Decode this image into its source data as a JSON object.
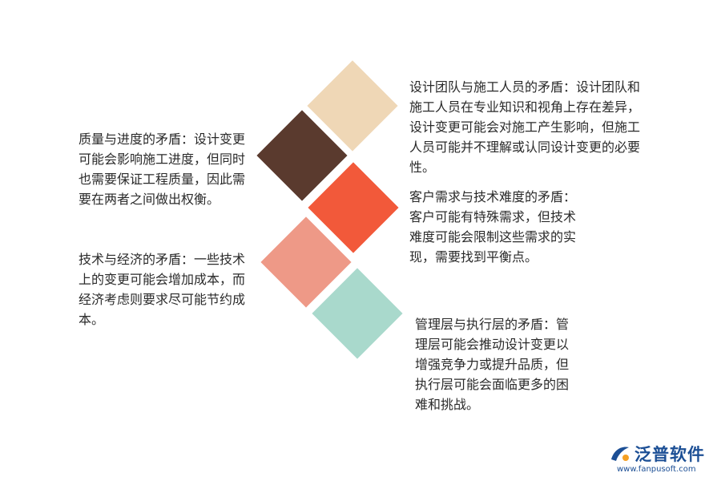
{
  "colors": {
    "tan": "#EFD7B6",
    "dark_brown": "#5A3A2E",
    "red_orange": "#F2593A",
    "salmon": "#EE9987",
    "mint": "#A9D9CC",
    "logo_blue": "#1C4F95",
    "logo_orange": "#F5A023"
  },
  "blocks": {
    "left1": "质量与进度的矛盾：设计变更可能会影响施工进度，但同时也需要保证工程质量，因此需要在两者之间做出权衡。",
    "left2": "技术与经济的矛盾：一些技术上的变更可能会增加成本，而经济考虑则要求尽可能节约成本。",
    "right1": "设计团队与施工人员的矛盾：设计团队和施工人员在专业知识和视角上存在差异，设计变更可能会对施工产生影响，但施工人员可能并不理解或认同设计变更的必要性。",
    "right2": "客户需求与技术难度的矛盾：客户可能有特殊需求，但技术难度可能会限制这些需求的实现，需要找到平衡点。",
    "right3": "管理层与执行层的矛盾：管理层可能会推动设计变更以增强竞争力或提升品质，但执行层可能会面临更多的困难和挑战。"
  },
  "logo": {
    "name": "泛普软件",
    "url": "www.fanpusoft.com",
    "icon": "fanpu-logo-icon"
  }
}
